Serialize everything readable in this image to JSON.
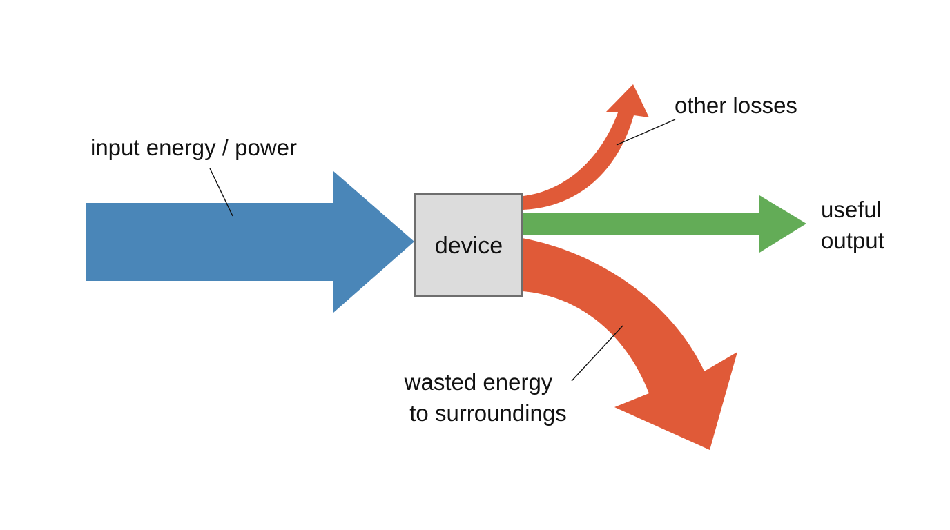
{
  "colors": {
    "input": "#4A86B8",
    "useful": "#63AC57",
    "loss": "#E05A38",
    "device_fill": "#DCDCDC",
    "device_stroke": "#6E6E6E"
  },
  "labels": {
    "input": "input energy / power",
    "device": "device",
    "other_losses": "other losses",
    "useful_line1": "useful",
    "useful_line2": "output",
    "wasted_line1": "wasted energy",
    "wasted_line2": "to surroundings"
  }
}
